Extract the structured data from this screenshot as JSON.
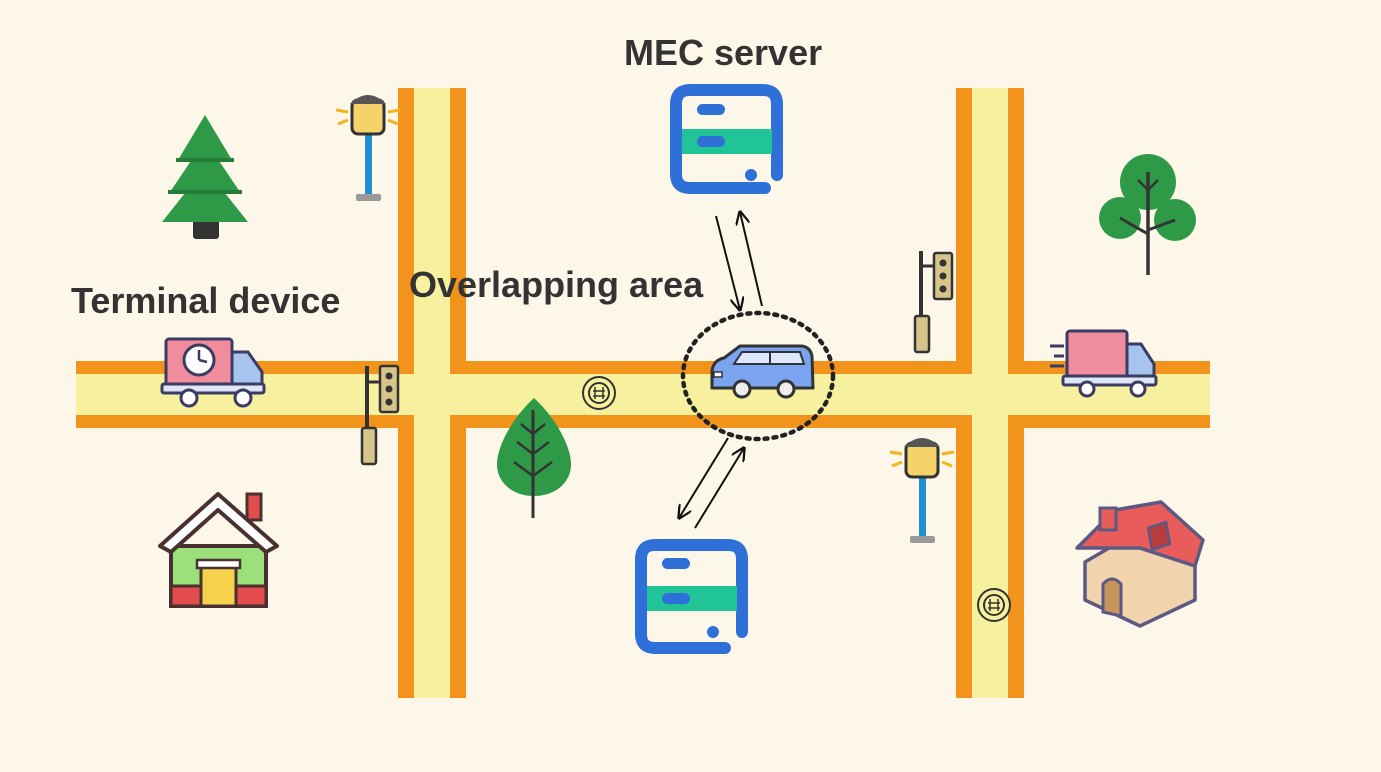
{
  "labels": {
    "mec_server": "MEC server",
    "terminal_device": "Terminal device",
    "overlapping_area": "Overlapping area"
  },
  "colors": {
    "background": "#fcf7e9",
    "road_fill": "#f7f19f",
    "road_border": "#f2941b",
    "server_blue": "#2f6fd8",
    "server_green": "#20c497",
    "tree_green": "#2e9a48",
    "overlap_circle": "#222222",
    "text": "#333333"
  },
  "icons": [
    "mec-server-icon",
    "edge-server-icon",
    "delivery-truck-icon",
    "van-icon",
    "traffic-light-icon",
    "street-lamp-icon",
    "pine-tree-icon",
    "tree-icon",
    "leaf-tree-icon",
    "house-icon",
    "road-sensor-icon"
  ]
}
